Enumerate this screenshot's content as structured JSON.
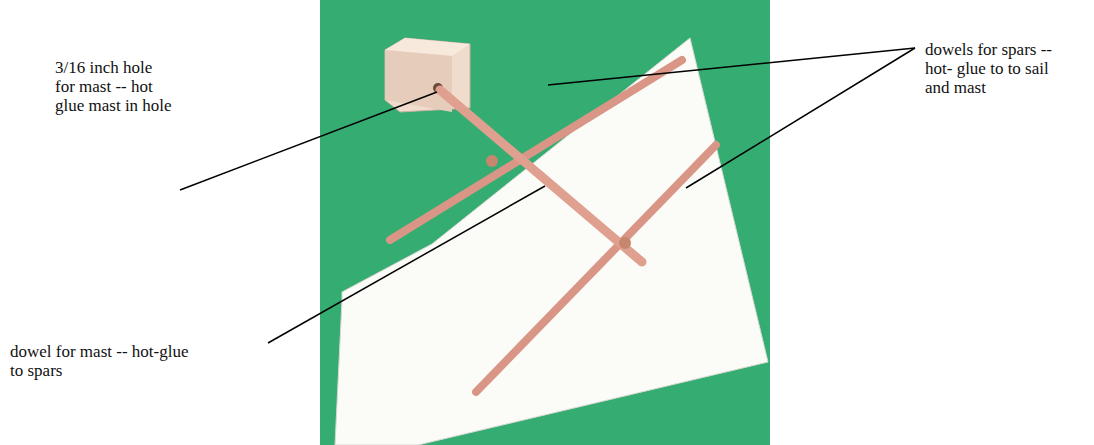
{
  "diagram": {
    "labels": [
      "3/16 inch hole for mast -- hot glue mast in hole",
      "dowels for spars -- hot- glue to to sail and mast",
      "dowel for mast -- hot-glue to spars"
    ]
  }
}
